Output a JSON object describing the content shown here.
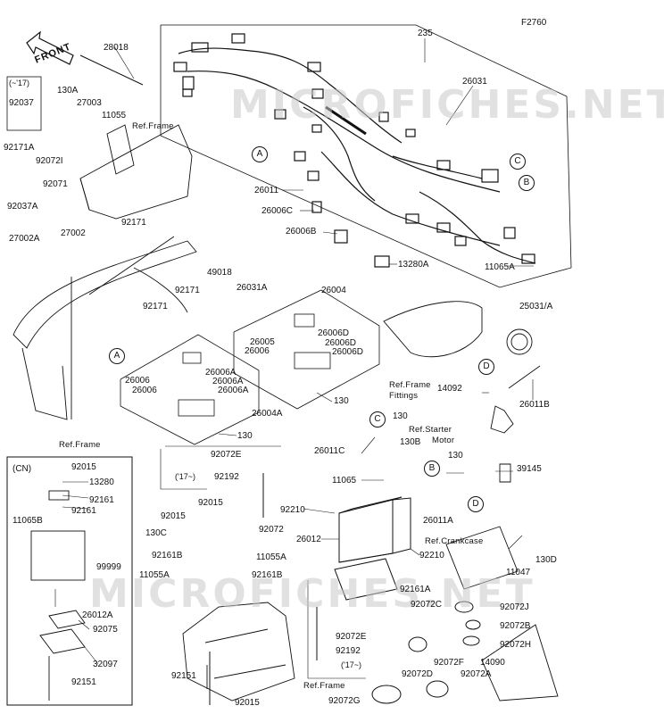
{
  "figure_code": "F2760",
  "front_label": "FRONT",
  "watermark": "MICROFICHES.NET",
  "callouts": {
    "A": "A",
    "B": "B",
    "C": "C",
    "D": "D"
  },
  "labels": {
    "p28018": "28018",
    "p235": "235",
    "p26031": "26031",
    "p17note": "(~'17)",
    "p92037": "92037",
    "p130A": "130A",
    "p27003": "27003",
    "p11055": "11055",
    "refFrame1": "Ref.Frame",
    "p92171A": "92171A",
    "p92072I": "92072I",
    "p92071": "92071",
    "p92037A": "92037A",
    "p92171_1": "92171",
    "p27002A": "27002A",
    "p27002": "27002",
    "p49018": "49018",
    "p92171_2": "92171",
    "p92171_3": "92171",
    "p26031A": "26031A",
    "p26011": "26011",
    "p26006C": "26006C",
    "p26006B": "26006B",
    "p13280A": "13280A",
    "p11065A": "11065A",
    "p26004": "26004",
    "p26006D_1": "26006D",
    "p26005_1": "26005",
    "p26006D_2": "26006D",
    "p26006_1": "26006",
    "p26006D_3": "26006D",
    "p26006A_1": "26006A",
    "p26006_2": "26006",
    "p26006A_2": "26006A",
    "p26006_3": "26006",
    "p26006A_3": "26006A",
    "p26004A": "26004A",
    "p130_1": "130",
    "p130_2": "130",
    "refFrame2": "Ref.Frame",
    "p25031A": "25031/A",
    "refFrameFittings1": "Ref.Frame",
    "refFrameFittings2": "Fittings",
    "p14092": "14092",
    "p26011B": "26011B",
    "p130_3": "130",
    "refStarter1": "Ref.Starter",
    "refStarter2": "Motor",
    "p130B": "130B",
    "p130_4": "130",
    "p92072E_1": "92072E",
    "p17note2": "('17~)",
    "p92192_1": "92192",
    "p26011C": "26011C",
    "p39145": "39145",
    "p11065": "11065",
    "p26011A": "26011A",
    "p92210_1": "92210",
    "p26012": "26012",
    "p92210_2": "92210",
    "refCrankcase": "Ref.Crankcase",
    "p11047": "11047",
    "p130D": "130D",
    "p92015_1": "92015",
    "p92015_2": "92015",
    "p130C": "130C",
    "p92072": "92072",
    "p92161B_1": "92161B",
    "p11055A_1": "11055A",
    "p11055A_2": "11055A",
    "p92161B_2": "92161B",
    "p92161A": "92161A",
    "p92072C": "92072C",
    "p92072J": "92072J",
    "p92072B": "92072B",
    "p92072E_2": "92072E",
    "p92192_2": "92192",
    "p17note3": "('17~)",
    "p92072H": "92072H",
    "p92072D": "92072D",
    "p92072F": "92072F",
    "p92072A": "92072A",
    "p14090": "14090",
    "p92151_1": "92151",
    "p92015_3": "92015",
    "refFrame3": "Ref.Frame",
    "p92072G": "92072G",
    "cn": "(CN)",
    "cn92015": "92015",
    "cn13280": "13280",
    "cn92161_1": "92161",
    "cn92161_2": "92161",
    "cn11065B": "11065B",
    "cn99999": "99999",
    "cn26012A": "26012A",
    "cn92075": "92075",
    "cn32097": "32097",
    "cn92151": "92151"
  }
}
